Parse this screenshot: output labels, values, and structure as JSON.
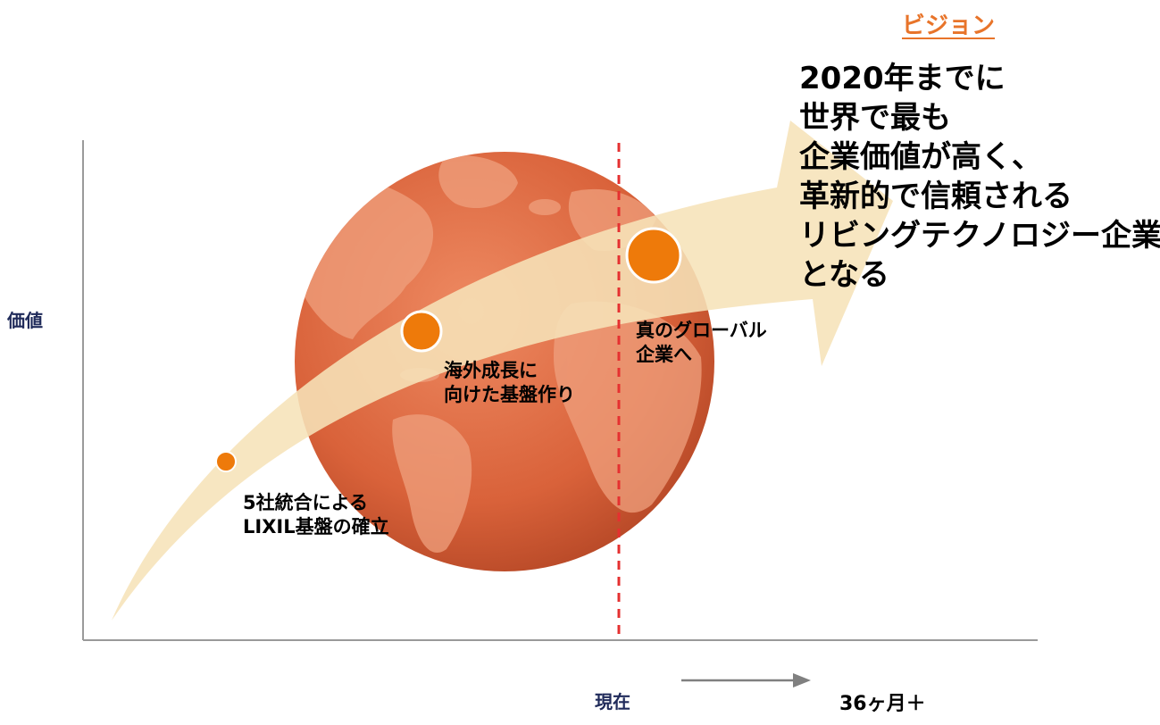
{
  "vision": {
    "title": "ビジョン",
    "lines": [
      "2020年までに",
      "世界で最も",
      "企業価値が高く、",
      "革新的で信頼される",
      "リビングテクノロジー企業",
      "となる"
    ]
  },
  "axes": {
    "y_label": "価値",
    "now_label": "現在",
    "future_label": "36ヶ月＋"
  },
  "stages": [
    {
      "lines": [
        "5社統合による",
        "LIXIL基盤の確立"
      ]
    },
    {
      "lines": [
        "海外成長に",
        "向けた基盤作り"
      ]
    },
    {
      "lines": [
        "真のグローバル",
        "企業へ"
      ]
    }
  ],
  "colors": {
    "globe": "#D9623A",
    "globe_land": "#EFA07E",
    "arrow": "#F6E3B8",
    "milestone": "#EE7A0A",
    "now_line": "#E53030",
    "vision_title": "#E8742A",
    "axis_text": "#1f2a5a"
  }
}
